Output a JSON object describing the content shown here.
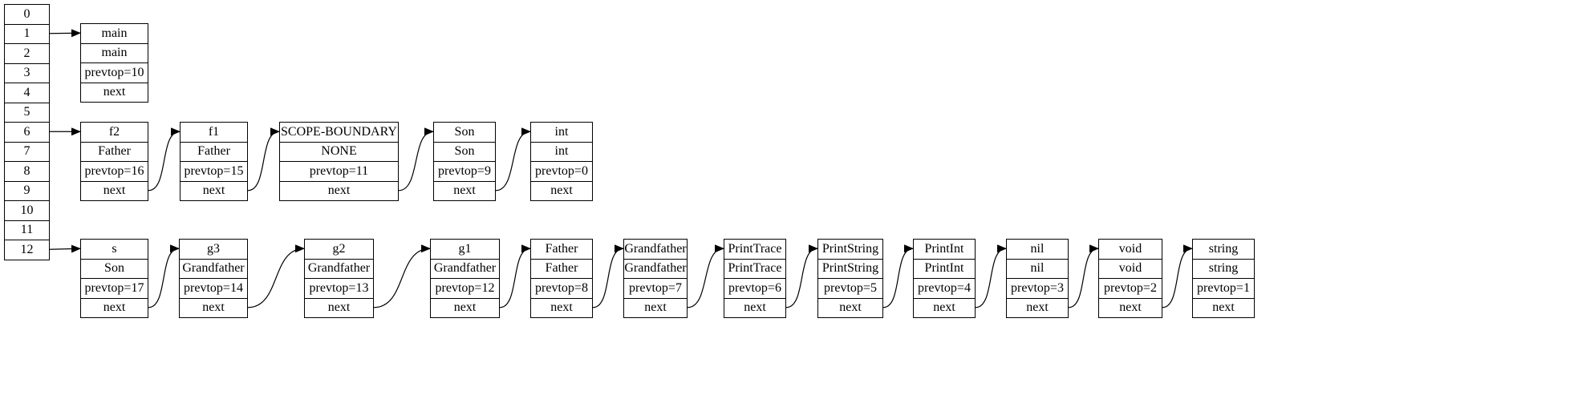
{
  "hash_table": {
    "indices": [
      "0",
      "1",
      "2",
      "3",
      "4",
      "5",
      "6",
      "7",
      "8",
      "9",
      "10",
      "11",
      "12"
    ]
  },
  "chains": [
    {
      "bucket": "1",
      "entries": [
        {
          "fields": [
            "main",
            "main",
            "prevtop=10",
            "next"
          ]
        }
      ]
    },
    {
      "bucket": "6",
      "entries": [
        {
          "fields": [
            "f2",
            "Father",
            "prevtop=16",
            "next"
          ]
        },
        {
          "fields": [
            "f1",
            "Father",
            "prevtop=15",
            "next"
          ]
        },
        {
          "fields": [
            "SCOPE-BOUNDARY",
            "NONE",
            "prevtop=11",
            "next"
          ]
        },
        {
          "fields": [
            "Son",
            "Son",
            "prevtop=9",
            "next"
          ]
        },
        {
          "fields": [
            "int",
            "int",
            "prevtop=0",
            "next"
          ]
        }
      ]
    },
    {
      "bucket": "12",
      "entries": [
        {
          "fields": [
            "s",
            "Son",
            "prevtop=17",
            "next"
          ]
        },
        {
          "fields": [
            "g3",
            "Grandfather",
            "prevtop=14",
            "next"
          ]
        },
        {
          "fields": [
            "g2",
            "Grandfather",
            "prevtop=13",
            "next"
          ]
        },
        {
          "fields": [
            "g1",
            "Grandfather",
            "prevtop=12",
            "next"
          ]
        },
        {
          "fields": [
            "Father",
            "Father",
            "prevtop=8",
            "next"
          ]
        },
        {
          "fields": [
            "Grandfather",
            "Grandfather",
            "prevtop=7",
            "next"
          ]
        },
        {
          "fields": [
            "PrintTrace",
            "PrintTrace",
            "prevtop=6",
            "next"
          ]
        },
        {
          "fields": [
            "PrintString",
            "PrintString",
            "prevtop=5",
            "next"
          ]
        },
        {
          "fields": [
            "PrintInt",
            "PrintInt",
            "prevtop=4",
            "next"
          ]
        },
        {
          "fields": [
            "nil",
            "nil",
            "prevtop=3",
            "next"
          ]
        },
        {
          "fields": [
            "void",
            "void",
            "prevtop=2",
            "next"
          ]
        },
        {
          "fields": [
            "string",
            "string",
            "prevtop=1",
            "next"
          ]
        }
      ]
    }
  ]
}
